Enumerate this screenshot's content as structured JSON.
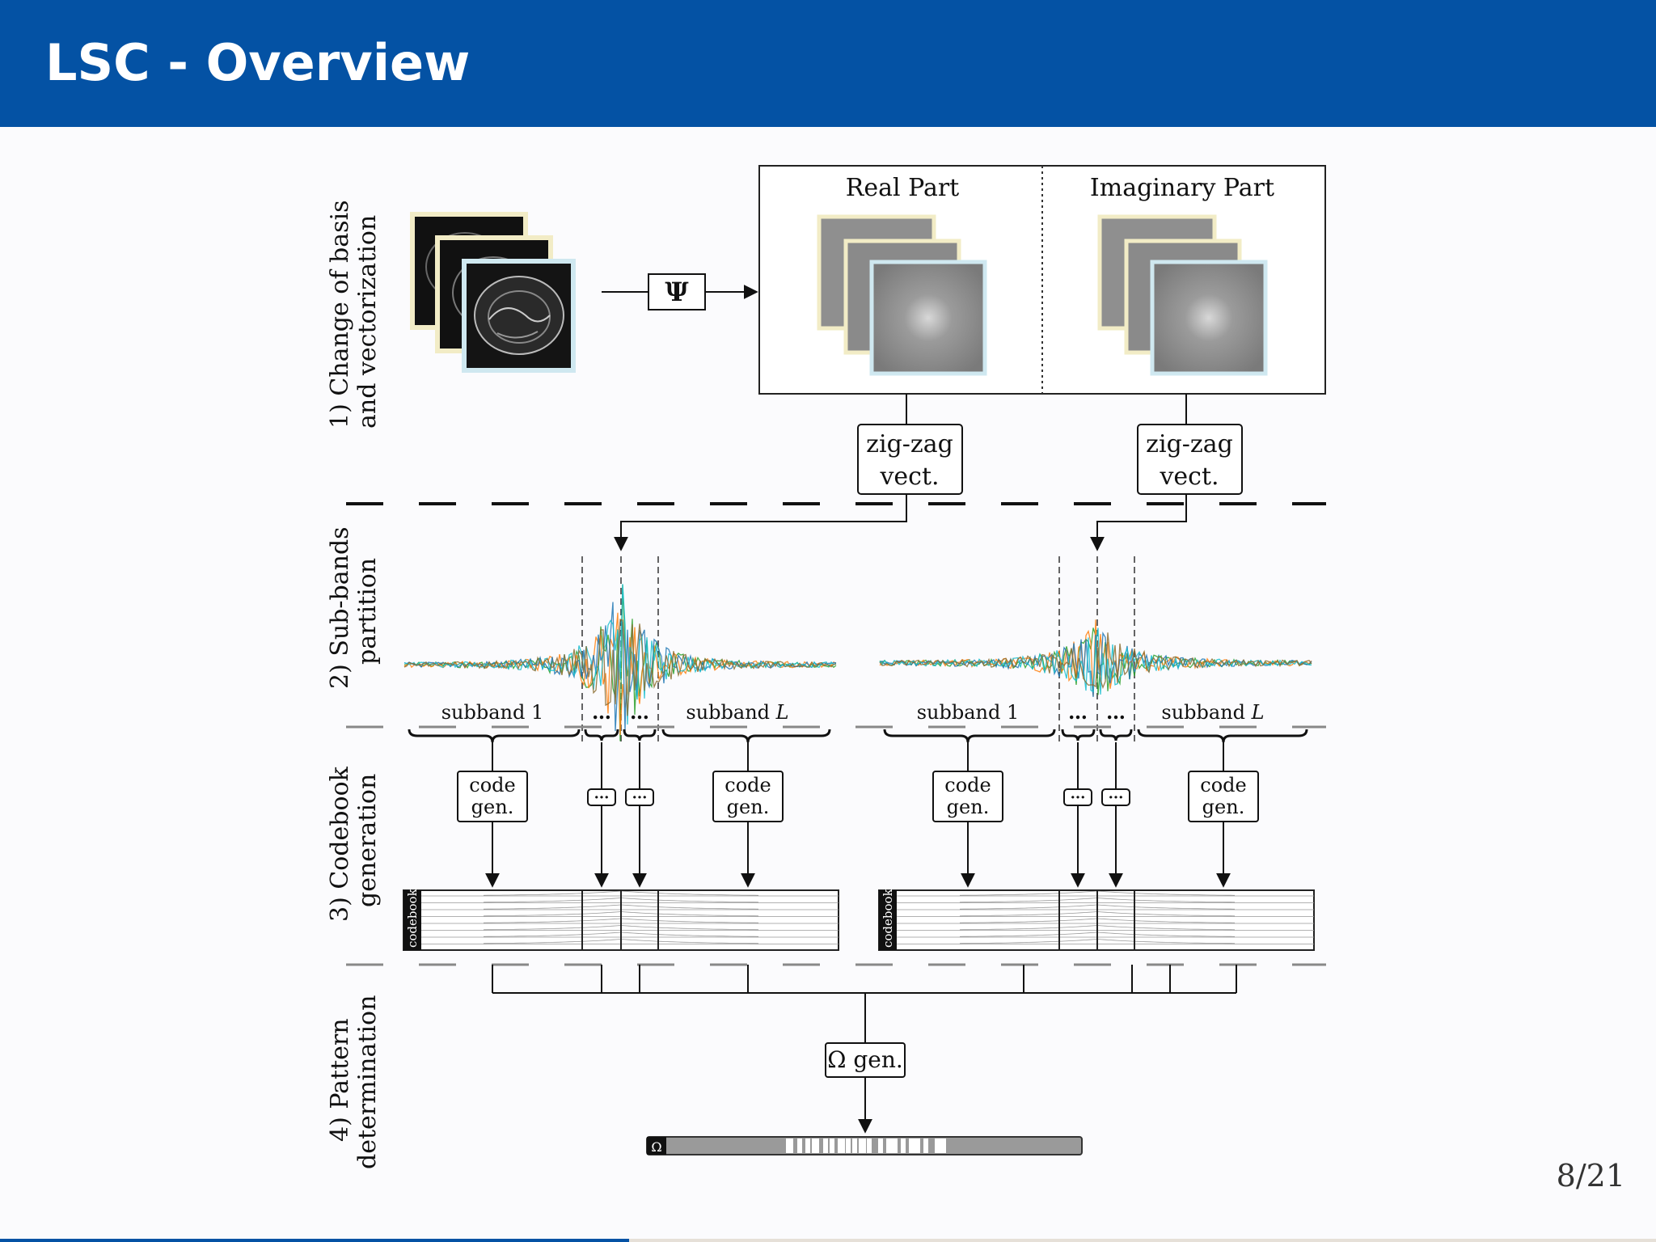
{
  "slide": {
    "title": "LSC - Overview",
    "page": "8/21",
    "progress": 0.38
  },
  "colors": {
    "header": "#0452a4",
    "signal_series": [
      "#2ca02c",
      "#ff7f0e",
      "#1f77b4",
      "#17becf",
      "#8c6d31"
    ]
  },
  "stages": {
    "s1_line1": "1) Change of basis",
    "s1_line2": "and vectorization",
    "s2_line1": "2) Sub-bands",
    "s2_line2": "partition",
    "s3_line1": "3) Codebook",
    "s3_line2": "generation",
    "s4_line1": "4) Pattern",
    "s4_line2": "determination"
  },
  "diagram": {
    "psi": "Ψ",
    "real_part": "Real Part",
    "imaginary_part": "Imaginary Part",
    "zigzag_line1": "zig-zag",
    "zigzag_line2": "vect.",
    "subband_1": "subband 1",
    "subband_L": "subband",
    "L": "L",
    "dots": "…",
    "code_line1": "code",
    "code_line2": "gen.",
    "ellipsis_box": "···",
    "codebook": "codebook",
    "omega_gen": "Ω gen.",
    "omega": "Ω"
  }
}
